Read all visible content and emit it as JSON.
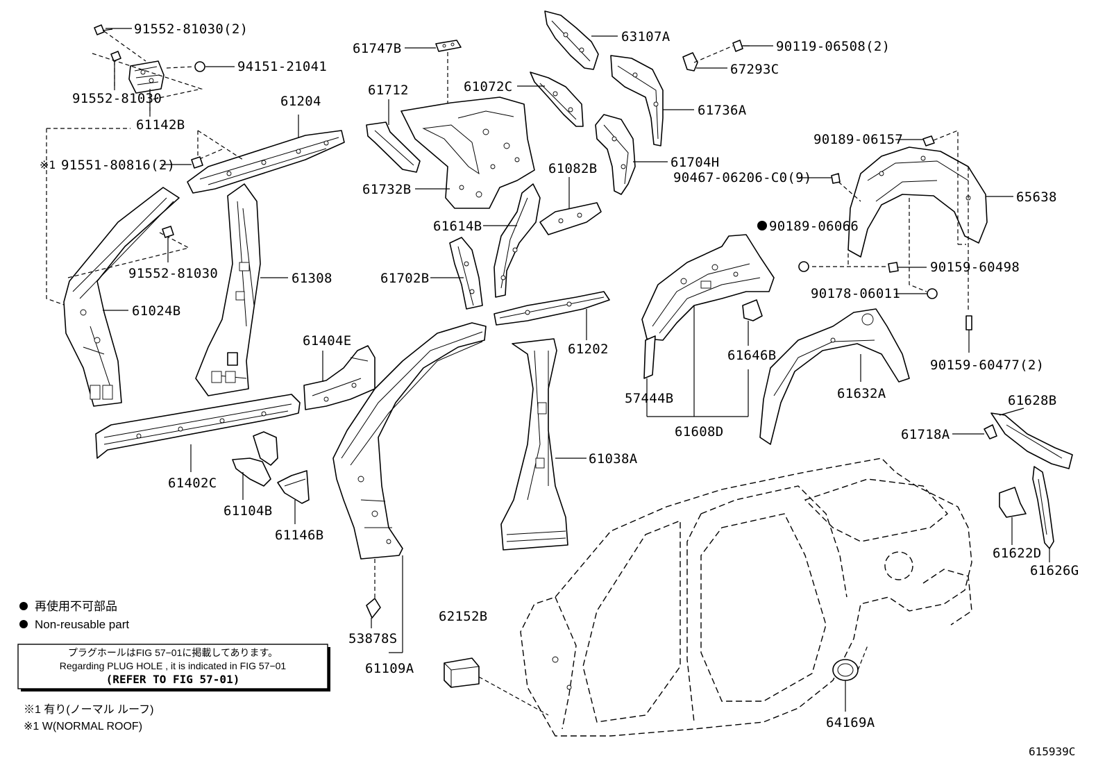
{
  "diagram_id": "615939C",
  "parts": {
    "p_91552_81030_2": "91552-81030(2)",
    "p_94151_21041": "94151-21041",
    "p_91552_81030_a": "91552-81030",
    "p_61142B": "61142B",
    "p_61204": "61204",
    "p_91551_80816": "91551-80816(2)",
    "mark_1": "※1",
    "p_91552_81030_b": "91552-81030",
    "p_61308": "61308",
    "p_61024B": "61024B",
    "p_61747B": "61747B",
    "p_61712": "61712",
    "p_61732B": "61732B",
    "p_63107A": "63107A",
    "p_61072C": "61072C",
    "p_61736A": "61736A",
    "p_61704H": "61704H",
    "p_61082B": "61082B",
    "p_61614B": "61614B",
    "p_61702B": "61702B",
    "p_90119_06508": "90119-06508(2)",
    "p_67293C": "67293C",
    "p_90189_06157": "90189-06157",
    "p_90467_06206": "90467-06206-C0(9)",
    "p_65638": "65638",
    "p_90189_06066": "90189-06066",
    "p_90159_60498": "90159-60498",
    "p_90178_06011": "90178-06011",
    "p_90159_60477": "90159-60477(2)",
    "p_61646B": "61646B",
    "p_57444B": "57444B",
    "p_61608D": "61608D",
    "p_61632A": "61632A",
    "p_61628B": "61628B",
    "p_61718A": "61718A",
    "p_61404E": "61404E",
    "p_61202": "61202",
    "p_61038A": "61038A",
    "p_61402C": "61402C",
    "p_61104B": "61104B",
    "p_61146B": "61146B",
    "p_53878S": "53878S",
    "p_61109A": "61109A",
    "p_62152B": "62152B",
    "p_64169A": "64169A",
    "p_61622D": "61622D",
    "p_61626G": "61626G"
  },
  "legend": {
    "jp": "再使用不可部品",
    "en": "Non-reusable part"
  },
  "note": {
    "jp": "プラグホールはFIG 57−01に掲載してあります。",
    "en": "Regarding PLUG HOLE , it is indicated in FIG 57−01",
    "ref": "(REFER TO FIG 57-01)"
  },
  "footnotes": {
    "jp": "※1 有り(ノーマル ルーフ)",
    "en": "※1 W(NORMAL ROOF)"
  }
}
